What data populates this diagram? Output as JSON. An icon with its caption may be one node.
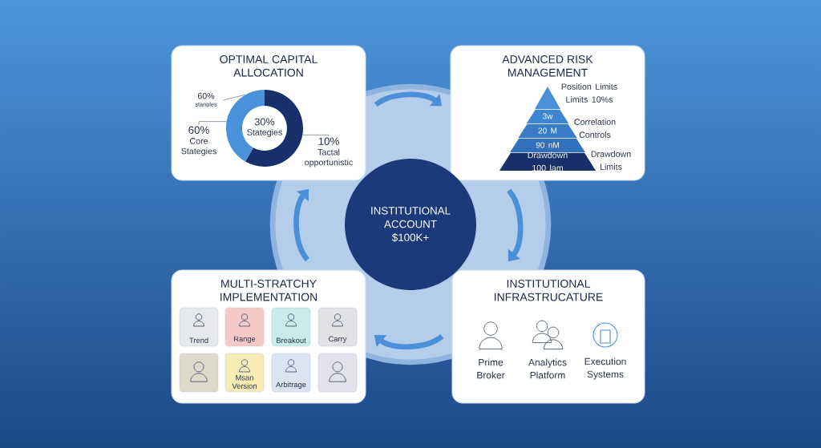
{
  "diagram": {
    "nodes": [
      {
        "text": [
          "OPTIMAL CAPITAL ALLOCATION"
        ]
      },
      {
        "text": [
          "ADVANCED RISK MANAGEMENT"
        ]
      },
      {
        "text": [
          "MULTI-STRATCHY IMPLEMENTATION"
        ]
      },
      {
        "text": [
          "INSTITUTIONAL INFRASTRUCATURE"
        ]
      },
      {
        "text": [
          "INSTITUTIONAL ACCOUNT $100K+"
        ]
      },
      {
        "text": [
          "60%",
          "stanples"
        ],
        "in": 0
      },
      {
        "text": [
          "60%",
          "Core Stategies"
        ],
        "in": 0
      },
      {
        "text": [
          "10%",
          "Tactal opportunistic"
        ],
        "in": 0
      },
      {
        "text": [],
        "shape": "triangle",
        "in": 1
      },
      {
        "text": [
          "3w"
        ],
        "in": 1
      },
      {
        "text": [
          "20 M"
        ],
        "in": 1
      },
      {
        "text": [
          "90 nM"
        ],
        "in": 1
      },
      {
        "text": [
          "Drawdown 100 lam"
        ],
        "in": 1
      },
      {
        "text": [
          "Trend"
        ],
        "in": 2
      },
      {
        "text": [
          "Range"
        ],
        "in": 2
      },
      {
        "text": [
          "Breakout"
        ],
        "in": 2
      },
      {
        "text": [
          "Carry"
        ],
        "in": 2
      },
      {
        "text": [],
        "shape": "box",
        "in": 2
      },
      {
        "text": [
          "Msan Version"
        ],
        "in": 2
      },
      {
        "text": [
          "Arbitrage"
        ],
        "in": 2
      },
      {
        "text": [],
        "shape": "box",
        "in": 2
      },
      {
        "text": [],
        "shape": "donut",
        "in": 0
      }
    ],
    "edges": [
      {
        "from": 0,
        "to": 1,
        "arrow": "to"
      },
      {
        "from": 1,
        "to": 3,
        "arrow": "to"
      },
      {
        "from": 3,
        "to": 2,
        "arrow": "to"
      },
      {
        "from": 2,
        "to": 0,
        "arrow": "to"
      },
      {
        "from": 5,
        "to": 21,
        "arrow": "none",
        "color": "#5f6b7d"
      },
      {
        "from": 6,
        "to": 21,
        "arrow": "none",
        "color": "#5f6b7d"
      },
      {
        "from": 7,
        "to": 21,
        "arrow": "none",
        "color": "#5f6b7d"
      }
    ],
    "labels": [
      "30%",
      "Stategies",
      "Position Limits Limits 10%s",
      "Correlation Controls",
      "Drawdown Limits",
      "Prime Broker",
      "Analytics Platform",
      "Execution Systems"
    ]
  }
}
